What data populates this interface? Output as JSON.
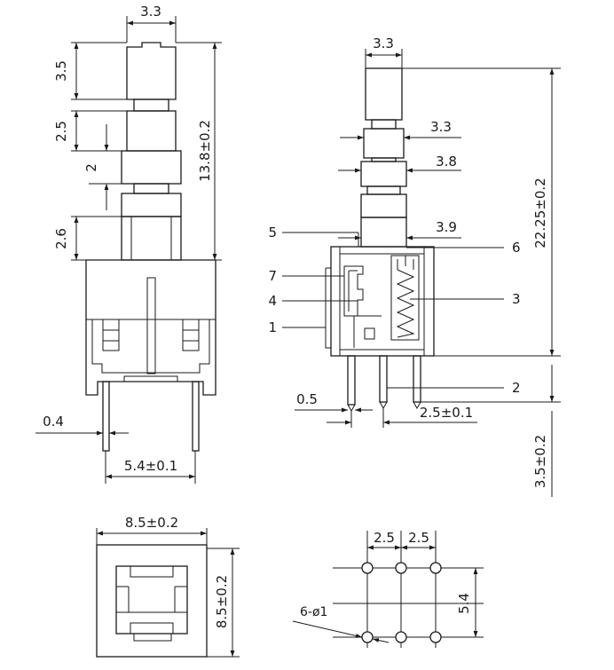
{
  "front_view": {
    "top_width": "3.3",
    "dim_35": "3.5",
    "dim_25": "2.5",
    "dim_2": "2",
    "dim_26": "2.6",
    "total_height": "13.8±0.2",
    "pin_width": "0.4",
    "pin_spacing": "5.4±0.1"
  },
  "side_view": {
    "top_width": "3.3",
    "w_33": "3.3",
    "w_38": "3.8",
    "w_39": "3.9",
    "total_height": "22.25±0.2",
    "pin_height": "3.5±0.2",
    "pin_width": "0.5",
    "pin_pitch": "2.5±0.1",
    "callouts": [
      "5",
      "6",
      "7",
      "4",
      "3",
      "1",
      "2"
    ]
  },
  "bottom_view": {
    "width": "8.5±0.2",
    "height": "8.5±0.2"
  },
  "pcb_layout": {
    "pitch_a": "2.5",
    "pitch_b": "2.5",
    "row_spacing": "5.4",
    "holes": "6-ø1"
  }
}
